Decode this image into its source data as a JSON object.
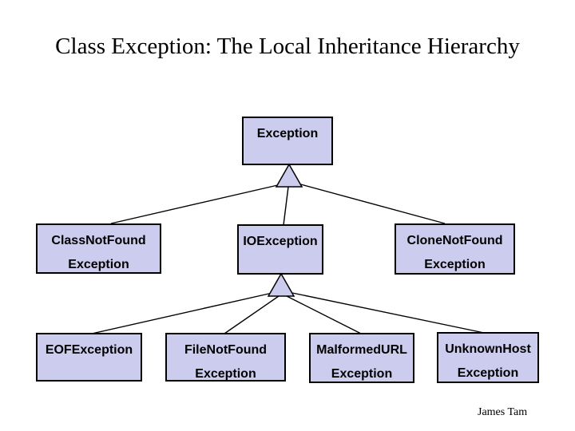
{
  "title": "Class Exception: The Local Inheritance Hierarchy",
  "footer": {
    "author": "James Tam"
  },
  "colors": {
    "background": "#ffffff",
    "node_fill": "#ccccee",
    "node_border": "#000000",
    "edge_line": "#000000",
    "title_text": "#000000",
    "node_text": "#000000"
  },
  "diagram": {
    "type": "uml-inheritance-tree",
    "nodes": {
      "exception": {
        "line1": "Exception",
        "line2": ""
      },
      "class_not_found": {
        "line1": "ClassNotFound",
        "line2": "Exception"
      },
      "io_exception": {
        "line1": "IOException",
        "line2": ""
      },
      "clone_not_found": {
        "line1": "CloneNotFound",
        "line2": "Exception"
      },
      "eof_exception": {
        "line1": "EOFException",
        "line2": ""
      },
      "file_not_found": {
        "line1": "FileNotFound",
        "line2": "Exception"
      },
      "malformed_url": {
        "line1": "MalformedURL",
        "line2": "Exception"
      },
      "unknown_host": {
        "line1": "UnknownHost",
        "line2": "Exception"
      }
    },
    "edges": [
      {
        "parent": "Exception",
        "child": "ClassNotFoundException"
      },
      {
        "parent": "Exception",
        "child": "IOException"
      },
      {
        "parent": "Exception",
        "child": "CloneNotFoundException"
      },
      {
        "parent": "IOException",
        "child": "EOFException"
      },
      {
        "parent": "IOException",
        "child": "FileNotFoundException"
      },
      {
        "parent": "IOException",
        "child": "MalformedURLException"
      },
      {
        "parent": "IOException",
        "child": "UnknownHostException"
      }
    ]
  }
}
